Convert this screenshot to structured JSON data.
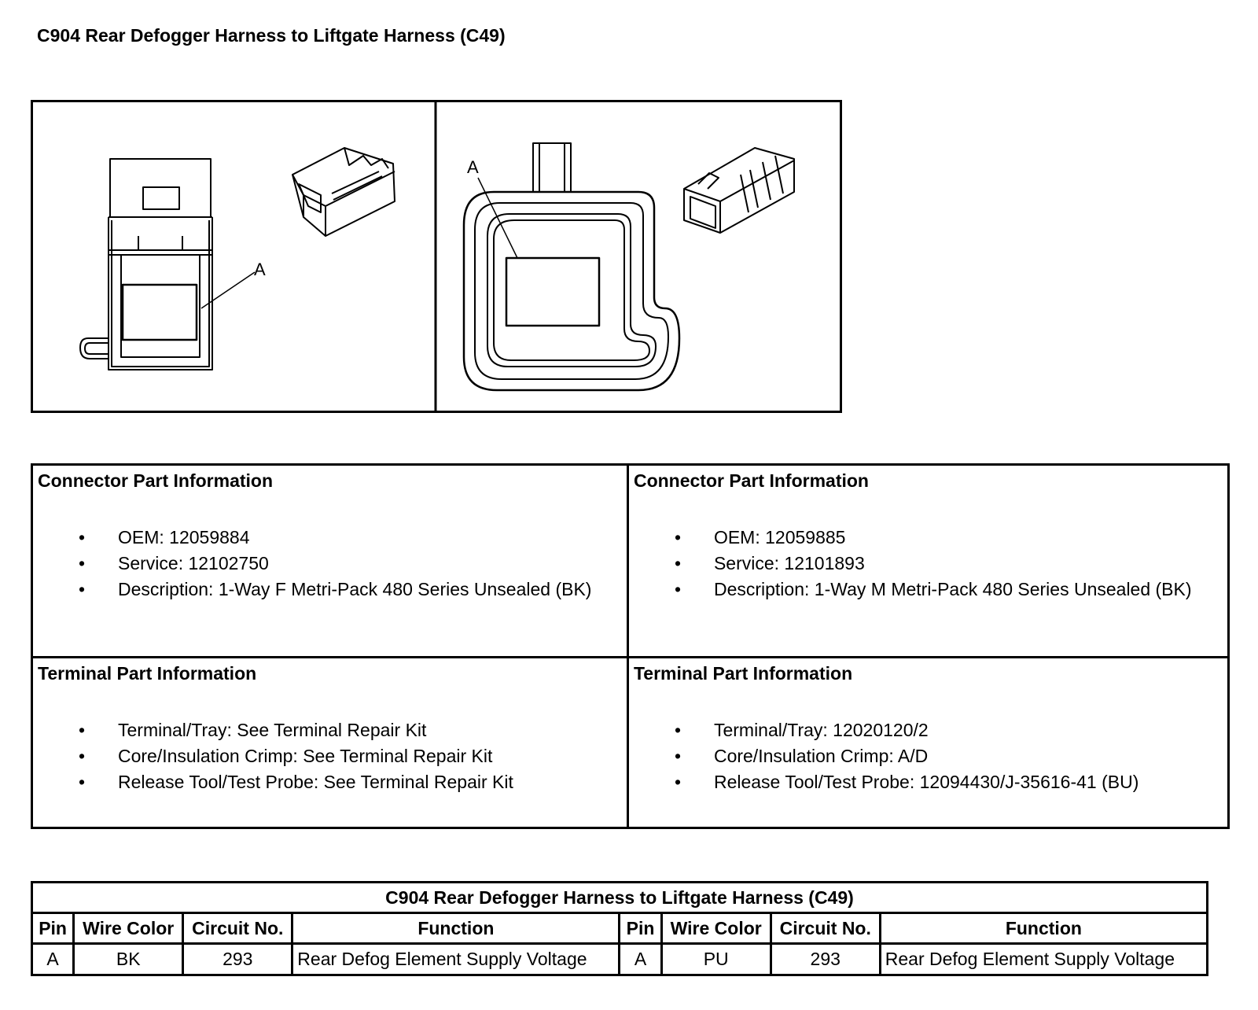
{
  "page": {
    "title": "C904 Rear Defogger Harness to Liftgate Harness (C49)"
  },
  "figure": {
    "left_panel": {
      "callout": "A"
    },
    "right_panel": {
      "callout": "A"
    }
  },
  "parts": {
    "left": {
      "connector_title": "Connector Part Information",
      "connector_items": [
        "OEM: 12059884",
        "Service: 12102750",
        "Description: 1-Way F Metri-Pack 480 Series Unsealed (BK)"
      ],
      "terminal_title": "Terminal Part Information",
      "terminal_items": [
        "Terminal/Tray: See Terminal Repair Kit",
        "Core/Insulation Crimp: See Terminal Repair Kit",
        "Release Tool/Test Probe: See Terminal Repair Kit"
      ]
    },
    "right": {
      "connector_title": "Connector Part Information",
      "connector_items": [
        "OEM: 12059885",
        "Service: 12101893",
        "Description: 1-Way M Metri-Pack 480 Series Unsealed (BK)"
      ],
      "terminal_title": "Terminal Part Information",
      "terminal_items": [
        "Terminal/Tray: 12020120/2",
        "Core/Insulation Crimp: A/D",
        "Release Tool/Test Probe: 12094430/J-35616-41 (BU)"
      ]
    }
  },
  "pin_table": {
    "title": "C904 Rear Defogger Harness to Liftgate Harness (C49)",
    "headers": [
      "Pin",
      "Wire Color",
      "Circuit No.",
      "Function",
      "Pin",
      "Wire Color",
      "Circuit No.",
      "Function"
    ],
    "rows": [
      [
        "A",
        "BK",
        "293",
        "Rear Defog Element Supply Voltage",
        "A",
        "PU",
        "293",
        "Rear Defog Element Supply Voltage"
      ]
    ]
  }
}
